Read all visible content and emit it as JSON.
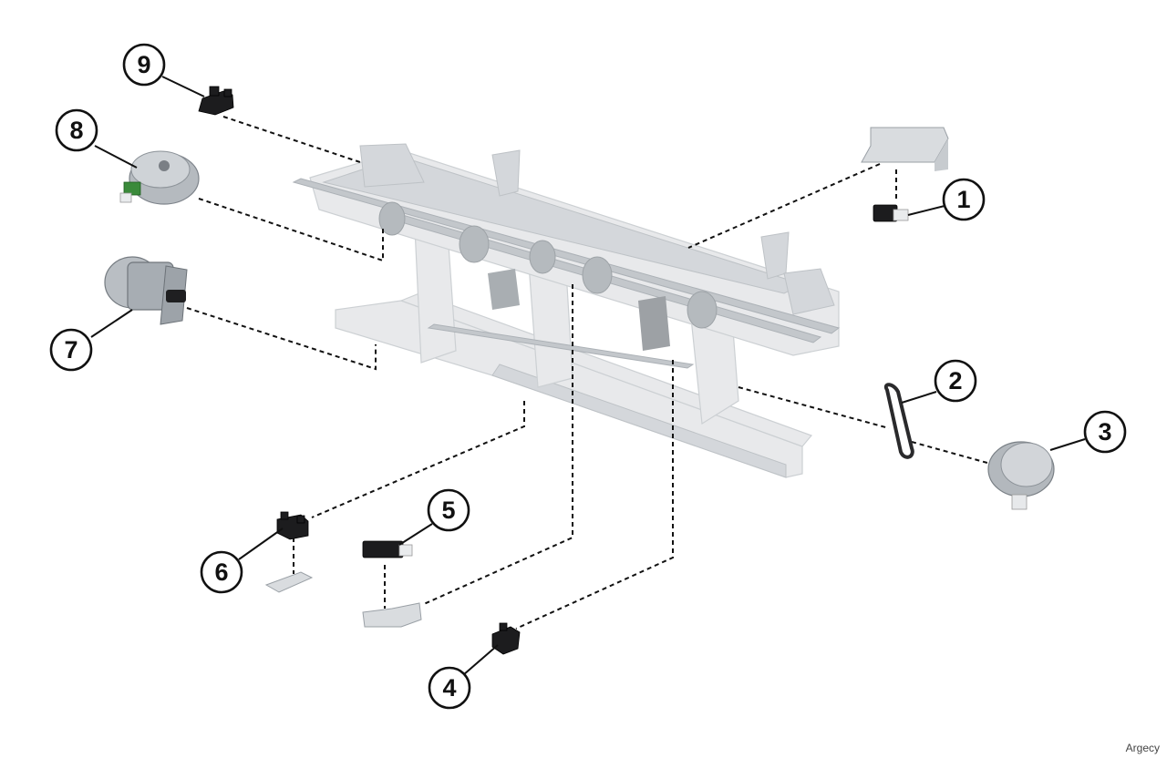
{
  "callouts": [
    "1",
    "2",
    "3",
    "4",
    "5",
    "6",
    "7",
    "8",
    "9"
  ],
  "watermark": "Argecy"
}
